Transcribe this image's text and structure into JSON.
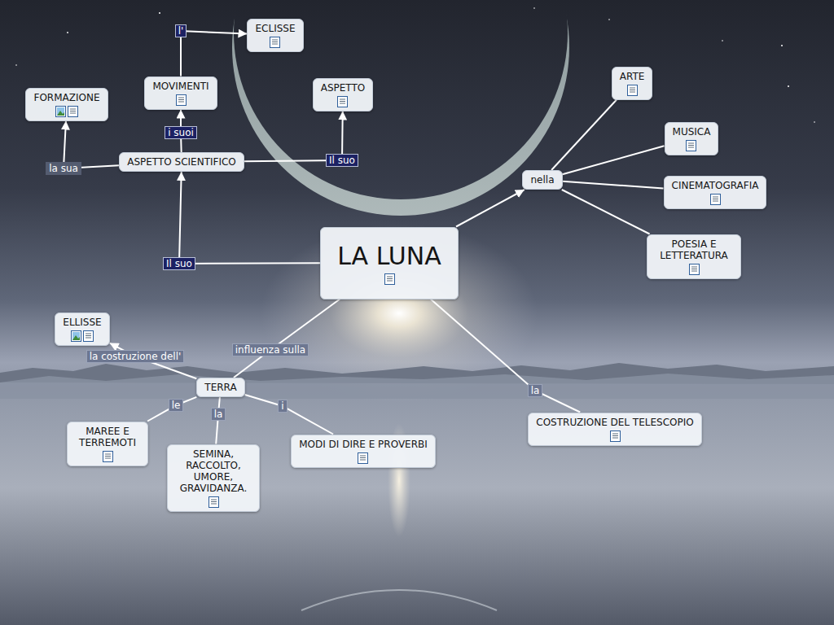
{
  "diagram": {
    "nodes": [
      {
        "text": [
          "LA LUNA"
        ]
      },
      {
        "text": [
          "ASPETTO SCIENTIFICO"
        ]
      },
      {
        "text": [
          "FORMAZIONE"
        ]
      },
      {
        "text": [
          "MOVIMENTI"
        ]
      },
      {
        "text": [
          "ECLISSE"
        ]
      },
      {
        "text": [
          "ASPETTO"
        ]
      },
      {
        "text": [
          "nella"
        ]
      },
      {
        "text": [
          "ARTE"
        ]
      },
      {
        "text": [
          "MUSICA"
        ]
      },
      {
        "text": [
          "CINEMATOGRAFIA"
        ]
      },
      {
        "text": [
          "POESIA E LETTERATURA"
        ]
      },
      {
        "text": [
          "TERRA"
        ]
      },
      {
        "text": [
          "ELLISSE"
        ]
      },
      {
        "text": [
          "MAREE E TERREMOTI"
        ]
      },
      {
        "text": [
          "SEMINA, RACCOLTO, UMORE, GRAVIDANZA."
        ]
      },
      {
        "text": [
          "MODI DI DIRE E PROVERBI"
        ]
      },
      {
        "text": [
          "COSTRUZIONE DEL TELESCOPIO"
        ]
      }
    ],
    "edges": [
      {
        "from": 0,
        "to": 1,
        "label": "Il suo",
        "arrow": "to"
      },
      {
        "from": 1,
        "to": 2,
        "label": "la sua",
        "arrow": "to"
      },
      {
        "from": 1,
        "to": 3,
        "label": "i suoi",
        "arrow": "to"
      },
      {
        "from": 3,
        "to": 4,
        "label": "l'",
        "arrow": "to"
      },
      {
        "from": 1,
        "to": 5,
        "label": "Il suo",
        "arrow": "to"
      },
      {
        "from": 0,
        "to": 6,
        "arrow": "to"
      },
      {
        "from": 6,
        "to": 7,
        "arrow": "none"
      },
      {
        "from": 6,
        "to": 8,
        "arrow": "none"
      },
      {
        "from": 6,
        "to": 9,
        "arrow": "none"
      },
      {
        "from": 6,
        "to": 10,
        "arrow": "none"
      },
      {
        "from": 0,
        "to": 11,
        "label": "influenza sulla",
        "arrow": "none"
      },
      {
        "from": 11,
        "to": 12,
        "label": "la costruzione dell'",
        "arrow": "to"
      },
      {
        "from": 11,
        "to": 13,
        "label": "le",
        "arrow": "none"
      },
      {
        "from": 11,
        "to": 14,
        "label": "la",
        "arrow": "none"
      },
      {
        "from": 11,
        "to": 15,
        "label": "i",
        "arrow": "none"
      },
      {
        "from": 0,
        "to": 16,
        "label": "la",
        "arrow": "none"
      }
    ]
  }
}
